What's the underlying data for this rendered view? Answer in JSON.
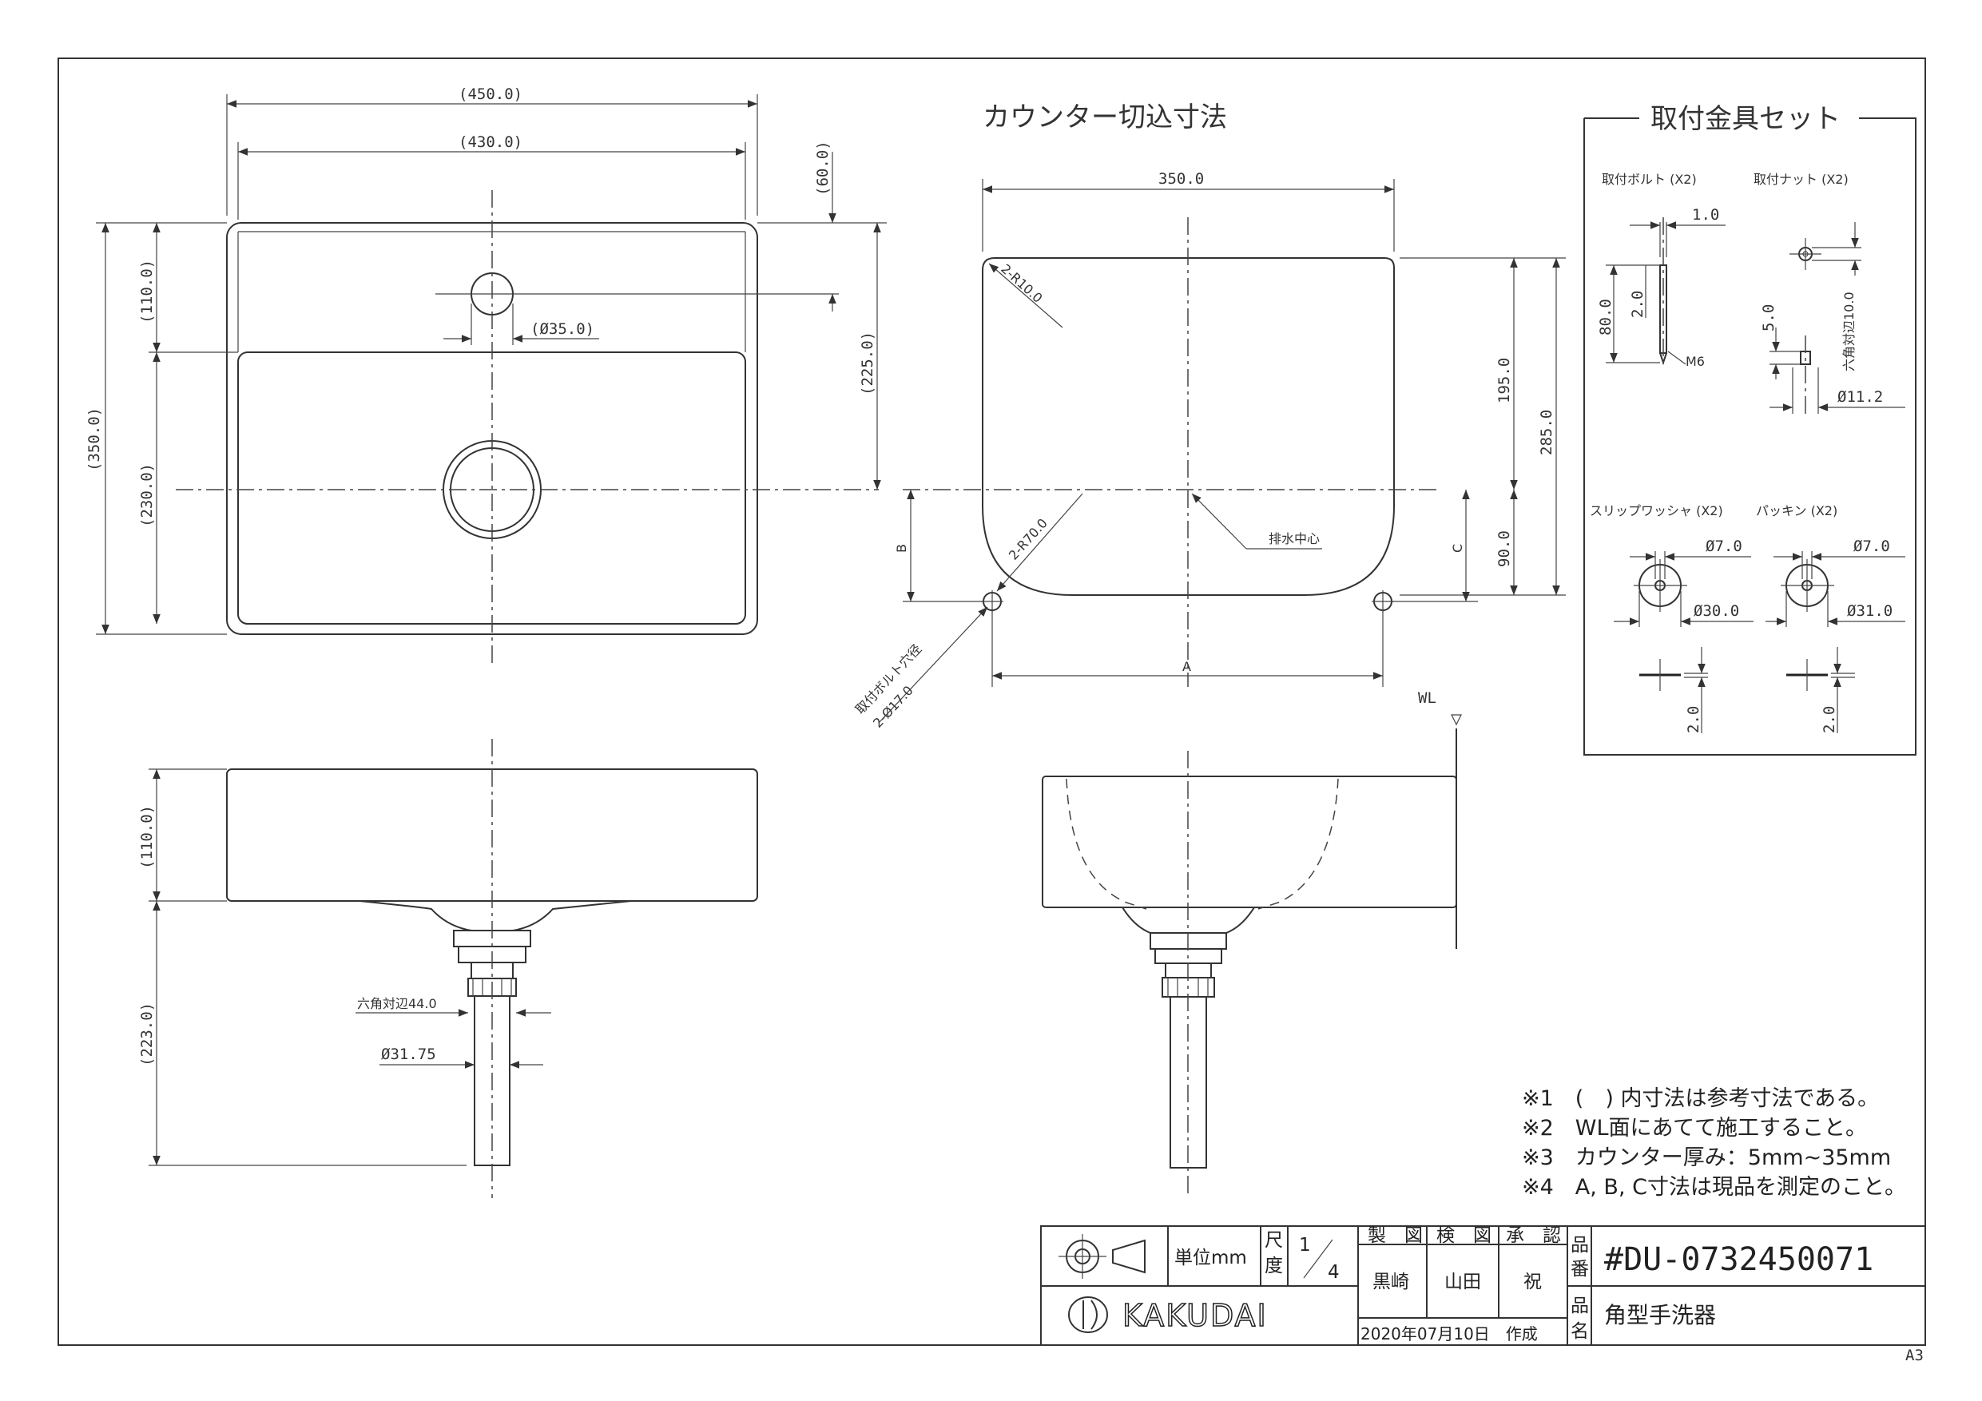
{
  "sheet": {
    "size_label": "A3"
  },
  "top_view": {
    "dims": {
      "overall_width": "(450.0)",
      "inner_width": "(430.0)",
      "overall_depth": "(350.0)",
      "front_depth": "(110.0)",
      "back_depth": "(230.0)",
      "faucet_offset": "(60.0)",
      "drain_offset": "(225.0)",
      "faucet_hole": "(Ø35.0)"
    }
  },
  "cutout": {
    "title": "カウンター切込寸法",
    "dims": {
      "width": "350.0",
      "depth_upper": "195.0",
      "depth_total": "285.0",
      "depth_lower": "90.0",
      "corner_radius_top": "2-R10.0",
      "corner_radius_bottom": "2-R70.0",
      "bolt_hole_line1": "取付ボルト穴径",
      "bolt_hole_line2": "2-Ø17.0",
      "drain_center": "排水中心",
      "label_a": "A",
      "label_b": "B",
      "label_c": "C"
    }
  },
  "front_view": {
    "dims": {
      "bowl_height": "(110.0)",
      "trap_height": "(223.0)",
      "hex": "六角対辺44.0",
      "pipe": "Ø31.75"
    }
  },
  "side_view": {
    "wl_label": "WL"
  },
  "hardware": {
    "title": "取付金具セット",
    "bolt": {
      "label": "取付ボルト (X2)",
      "d1": "1.0",
      "d2": "2.0",
      "d3": "80.0",
      "thread": "M6"
    },
    "nut": {
      "label": "取付ナット (X2)",
      "d1": "10.0",
      "d2": "六角対辺10.0",
      "d3": "5.0",
      "d4": "Ø11.2"
    },
    "washer": {
      "label": "スリップワッシャ (X2)",
      "inner": "Ø7.0",
      "outer": "Ø30.0",
      "thick": "2.0"
    },
    "packing": {
      "label": "パッキン (X2)",
      "inner": "Ø7.0",
      "outer": "Ø31.0",
      "thick": "2.0"
    }
  },
  "notes": [
    "※1　(　) 内寸法は参考寸法である。",
    "※2　WL面にあてて施工すること。",
    "※3　カウンター厚み：5mm~35mm",
    "※4　A, B, C寸法は現品を測定のこと。"
  ],
  "title_block": {
    "unit": "単位mm",
    "scale_label_1": "尺",
    "scale_label_2": "度",
    "scale_num": "1",
    "scale_den": "4",
    "col_made": "製　図",
    "col_check": "検　図",
    "col_approve": "承　認",
    "made_by": "黒崎",
    "checked_by": "山田",
    "approved_by": "祝",
    "date": "2020年07月10日　作成",
    "part_no_label_1": "品",
    "part_no_label_2": "番",
    "part_no": "#DU-0732450071",
    "part_name_label_1": "品",
    "part_name_label_2": "名",
    "part_name": "角型手洗器",
    "brand": "KAKUDAI"
  }
}
